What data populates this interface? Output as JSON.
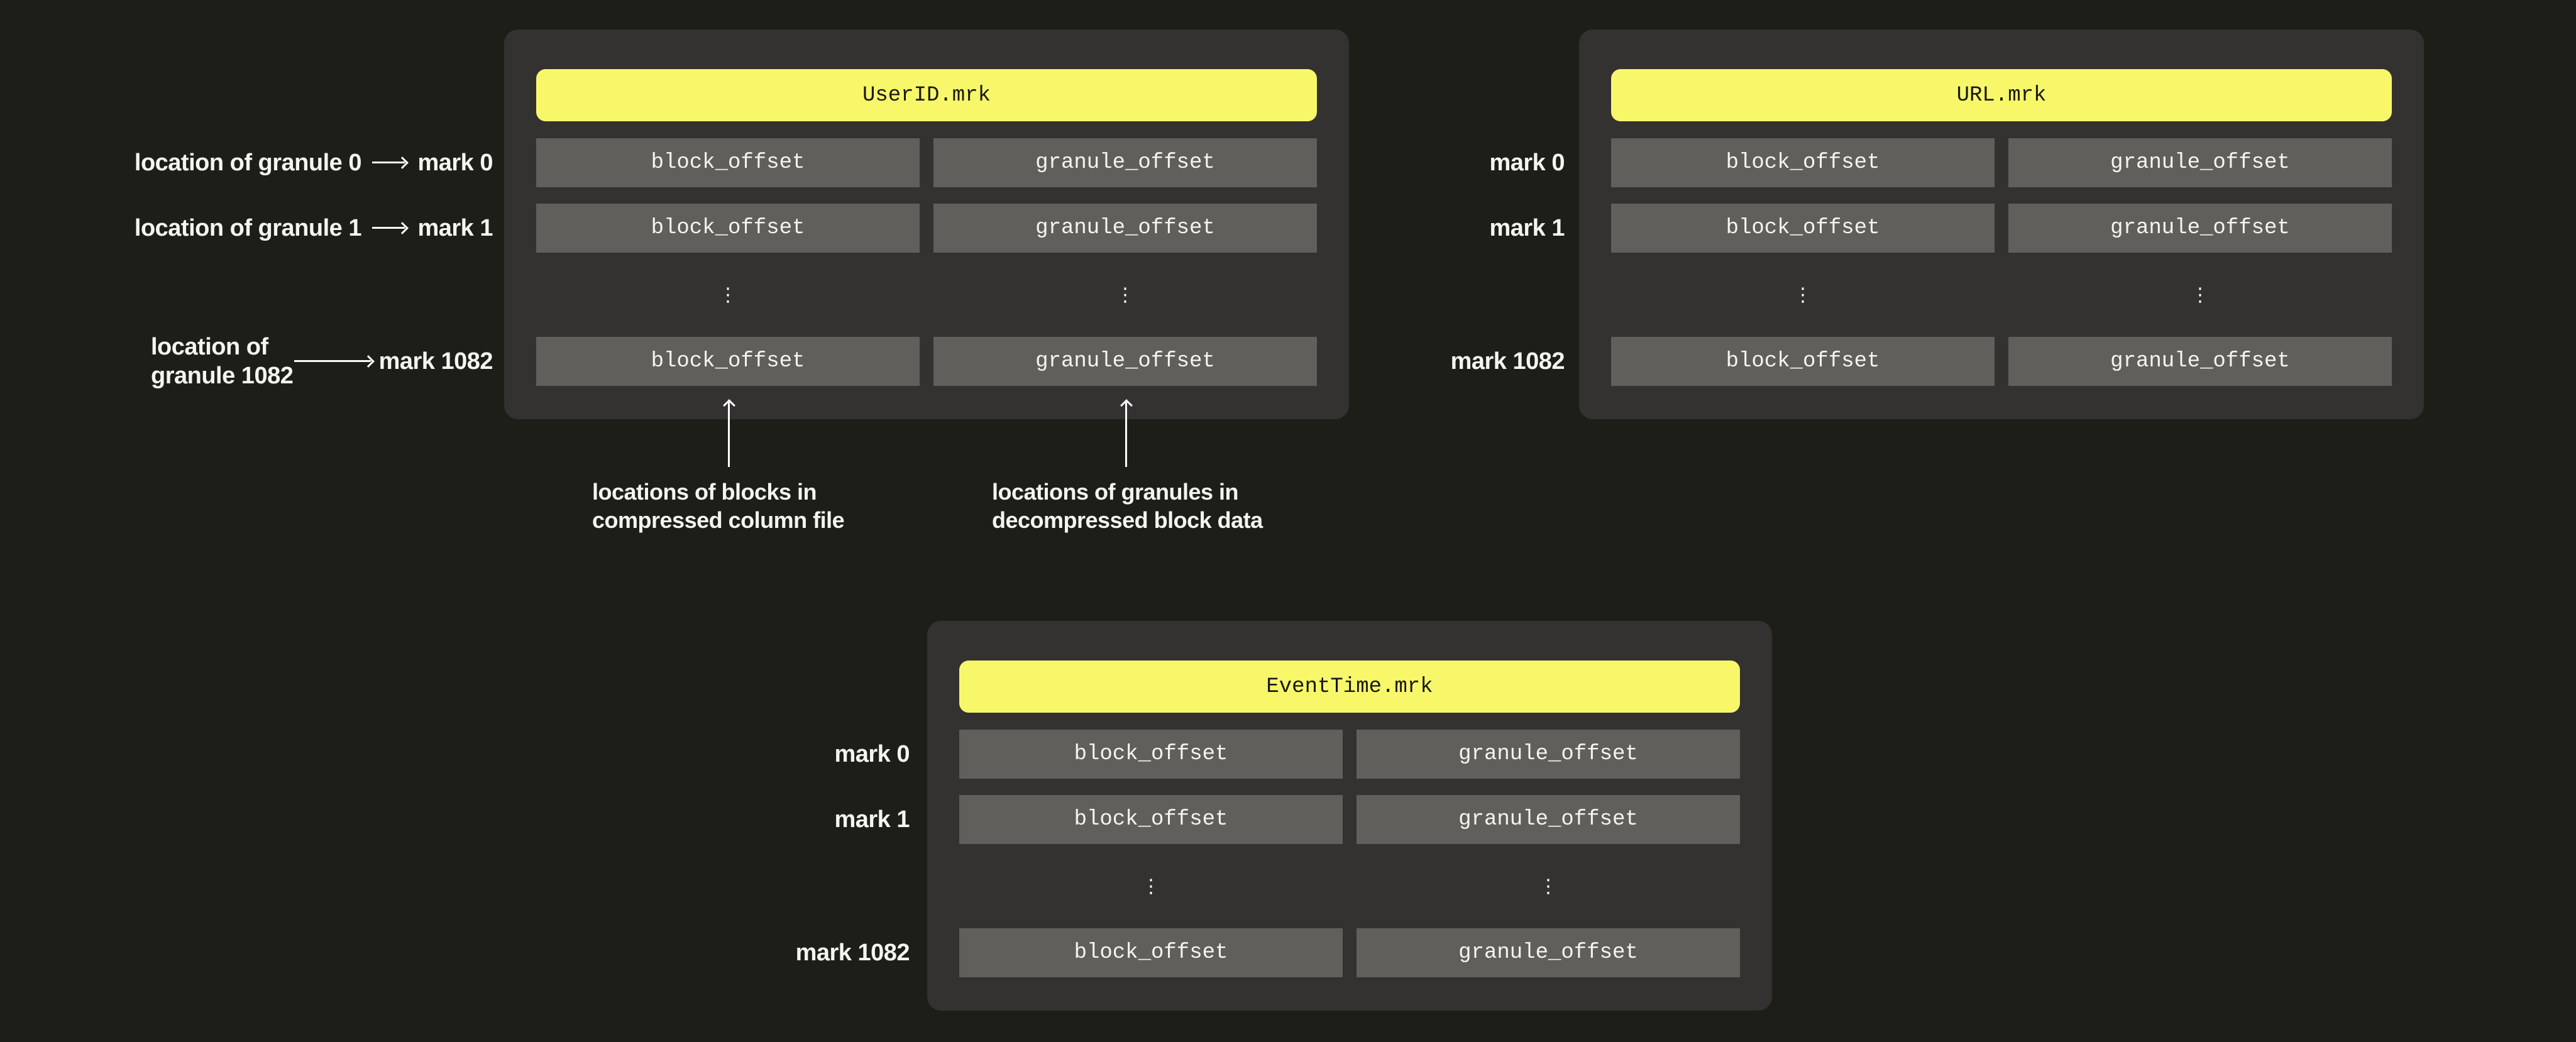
{
  "colors": {
    "background": "#1e1e19",
    "panel": "#333231",
    "cell": "#605f5b",
    "accent_yellow": "#f8f76a",
    "title_text": "#191914",
    "text": "#f4f4f1",
    "arrow": "#ffffff"
  },
  "cells": {
    "block_offset": "block_offset",
    "granule_offset": "granule_offset",
    "ellipsis": "⋮"
  },
  "panels": {
    "userid": {
      "title": "UserID.mrk",
      "marks": {
        "m0": "mark 0",
        "m1": "mark 1",
        "m1082": "mark 1082"
      }
    },
    "url": {
      "title": "URL.mrk",
      "marks": {
        "m0": "mark 0",
        "m1": "mark 1",
        "m1082": "mark 1082"
      }
    },
    "eventtime": {
      "title": "EventTime.mrk",
      "marks": {
        "m0": "mark 0",
        "m1": "mark 1",
        "m1082": "mark 1082"
      }
    }
  },
  "annotations": {
    "granule0": "location of granule 0",
    "granule1": "location of granule 1",
    "granule1082_l1": "location of",
    "granule1082_l2": "granule 1082",
    "block_note_l1": "locations of blocks in",
    "block_note_l2": "compressed column file",
    "granule_note_l1": "locations of granules in",
    "granule_note_l2": "decompressed block data"
  }
}
